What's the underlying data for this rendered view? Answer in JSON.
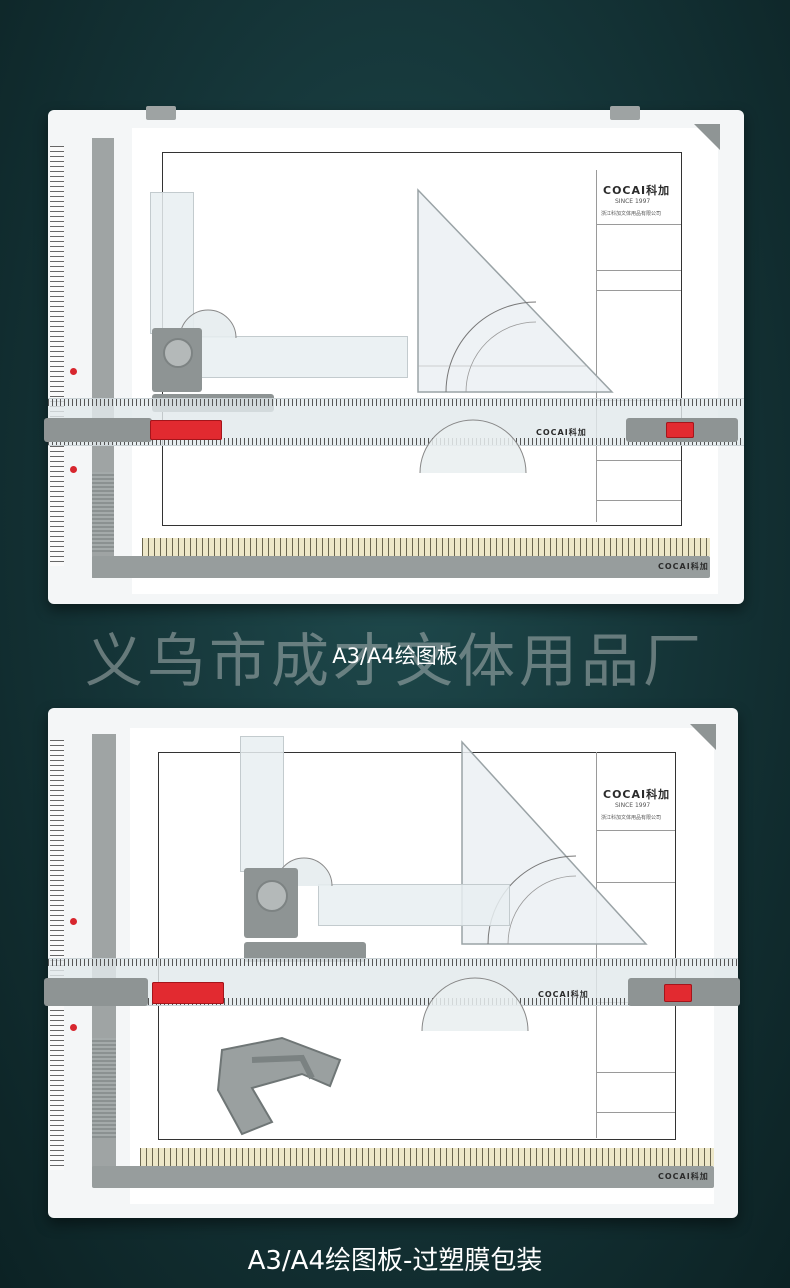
{
  "watermark": "义乌市成才文体用品厂",
  "caption_top": "A3/A4绘图板",
  "caption_bottom": "A3/A4绘图板-过塑膜包装",
  "brand": "COCAI科加",
  "brand_sub": "SINCE 1997",
  "company_line": "浙江科加文体用品有限公司",
  "colors": {
    "background": "#143336",
    "accent_red": "#e22a30",
    "plastic_gray": "#8e9494"
  },
  "icons": [
    "drafting-head-icon",
    "set-square-icon",
    "protractor-icon",
    "clip-icon",
    "red-slider-icon"
  ]
}
